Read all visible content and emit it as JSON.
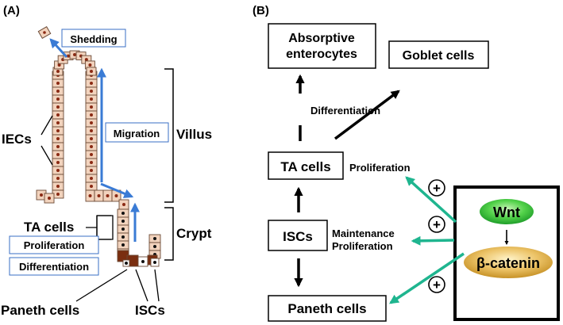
{
  "colors": {
    "cell_fill": "#f2d3bd",
    "cell_stroke": "#6b4a36",
    "nucleus": "#8b2a14",
    "paneth": "#7a2e10",
    "isc_black": "#111111",
    "blue_arrow": "#3a7bd5",
    "label_box_border": "#3a6fc4",
    "teal_arrow": "#1fb58f",
    "wnt_green": "#3ec94a",
    "catenin_gold": "#e2b44a"
  },
  "panel_a": {
    "panel_label": "(A)",
    "shedding": "Shedding",
    "migration": "Migration",
    "villus": "Villus",
    "iecs": "IECs",
    "ta_cells": "TA cells",
    "crypt": "Crypt",
    "proliferation": "Proliferation",
    "differentiation": "Differentiation",
    "paneth_cells": "Paneth cells",
    "iscs": "ISCs"
  },
  "panel_b": {
    "panel_label": "(B)",
    "absorptive_line1": "Absorptive",
    "absorptive_line2": "enterocytes",
    "goblet_cells": "Goblet cells",
    "differentiation": "Differentiation",
    "ta_cells": "TA cells",
    "proliferation": "Proliferation",
    "iscs": "ISCs",
    "maintenance": "Maintenance",
    "proliferation2": "Proliferation",
    "paneth_cells": "Paneth cells",
    "wnt": "Wnt",
    "beta_catenin": "β-catenin",
    "plus": "+"
  }
}
